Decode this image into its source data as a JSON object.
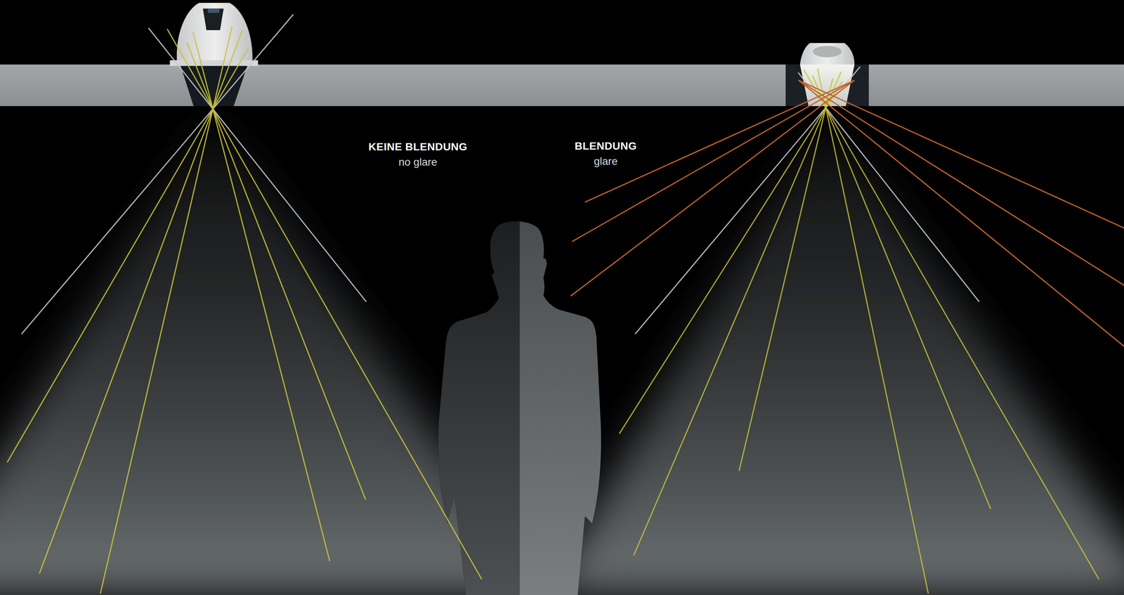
{
  "diagram": {
    "labels": [
      "KEINE BLENDUNG",
      "no glare",
      "BLENDUNG",
      "glare"
    ]
  }
}
